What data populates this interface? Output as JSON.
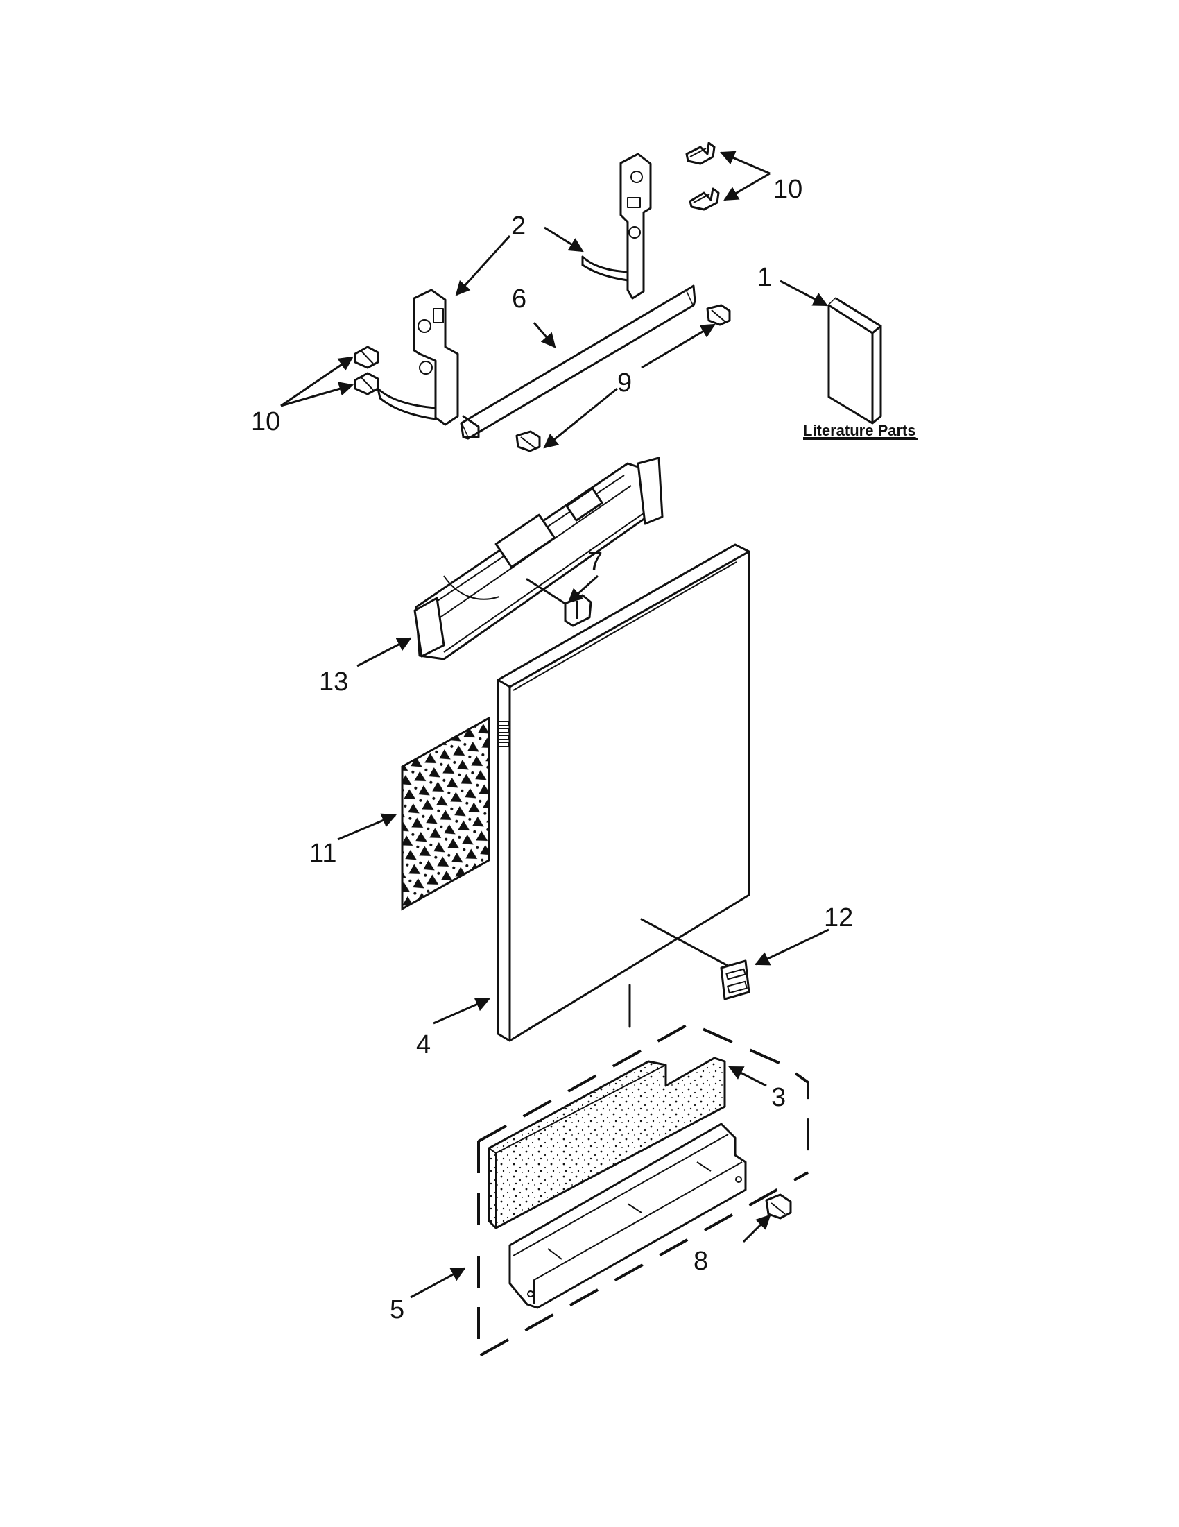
{
  "literature": {
    "label": "Literature Parts"
  },
  "callouts": [
    {
      "id": "c1",
      "text": "1"
    },
    {
      "id": "c2",
      "text": "2"
    },
    {
      "id": "c3",
      "text": "3"
    },
    {
      "id": "c4",
      "text": "4"
    },
    {
      "id": "c5",
      "text": "5"
    },
    {
      "id": "c6",
      "text": "6"
    },
    {
      "id": "c7",
      "text": "7"
    },
    {
      "id": "c8",
      "text": "8"
    },
    {
      "id": "c9",
      "text": "9"
    },
    {
      "id": "c10a",
      "text": "10"
    },
    {
      "id": "c10b",
      "text": "10"
    },
    {
      "id": "c11",
      "text": "11"
    },
    {
      "id": "c12",
      "text": "12"
    },
    {
      "id": "c13",
      "text": "13"
    }
  ],
  "colors": {
    "ink": "#111111",
    "paper": "#ffffff"
  }
}
